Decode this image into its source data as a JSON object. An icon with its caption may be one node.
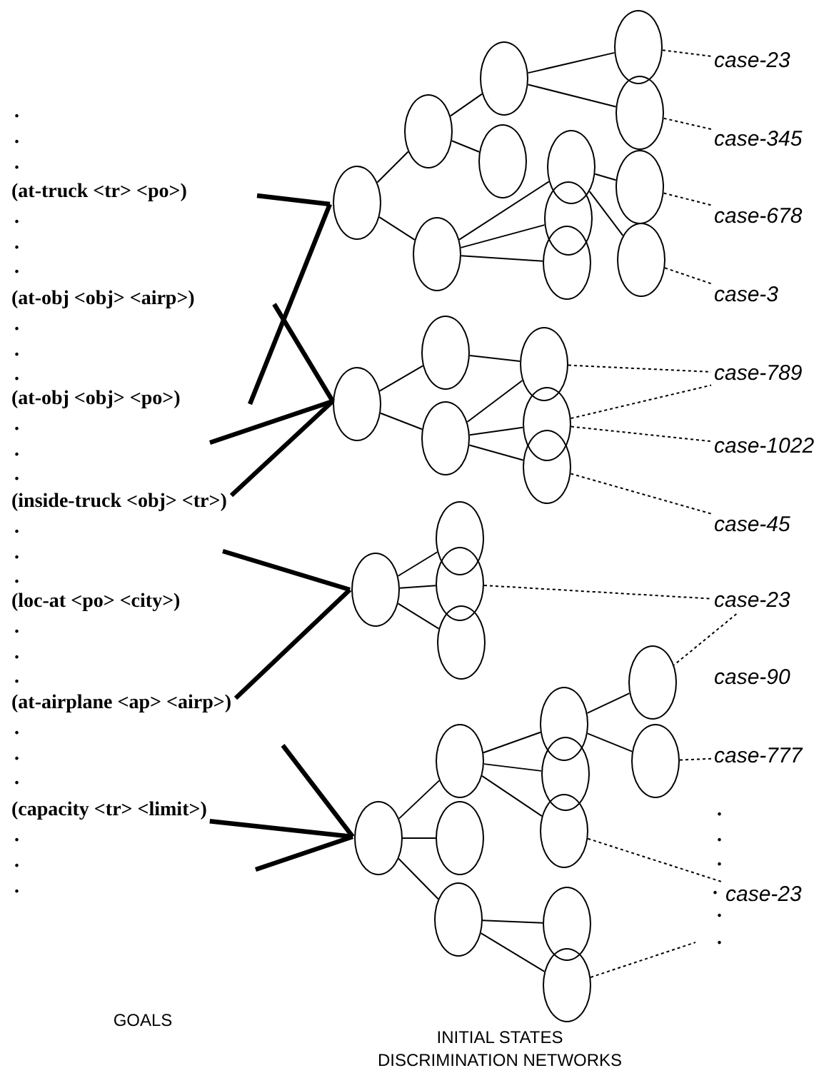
{
  "diagram": {
    "nodes": [
      {
        "text": [
          "(at-truck <tr> <po>)"
        ]
      },
      {
        "text": [
          "(at-obj <obj> <airp>)"
        ]
      },
      {
        "text": [
          "(at-obj <obj> <po>)"
        ]
      },
      {
        "text": [
          "(inside-truck <obj> <tr>)"
        ]
      },
      {
        "text": [
          "(loc-at <po> <city>)"
        ]
      },
      {
        "text": [
          "(at-airplane <ap> <airp>)"
        ]
      },
      {
        "text": [
          "(capacity <tr> <limit>)"
        ]
      },
      {
        "text": [],
        "shape": "circle"
      },
      {
        "text": [],
        "shape": "circle"
      },
      {
        "text": [],
        "shape": "circle"
      },
      {
        "text": [],
        "shape": "circle"
      },
      {
        "text": [],
        "shape": "circle"
      },
      {
        "text": [],
        "shape": "circle"
      },
      {
        "text": [],
        "shape": "circle"
      },
      {
        "text": [],
        "shape": "circle"
      },
      {
        "text": [],
        "shape": "circle"
      },
      {
        "text": [],
        "shape": "circle"
      },
      {
        "text": [],
        "shape": "circle"
      },
      {
        "text": [],
        "shape": "circle"
      },
      {
        "text": [
          "case-23"
        ]
      },
      {
        "text": [
          "case-345"
        ]
      },
      {
        "text": [
          "case-678"
        ]
      },
      {
        "text": [
          "case-3"
        ]
      },
      {
        "text": [],
        "shape": "circle"
      },
      {
        "text": [],
        "shape": "circle"
      },
      {
        "text": [],
        "shape": "circle"
      },
      {
        "text": [],
        "shape": "circle"
      },
      {
        "text": [],
        "shape": "circle"
      },
      {
        "text": [],
        "shape": "circle"
      },
      {
        "text": [
          "case-789"
        ]
      },
      {
        "text": [
          "case-1022"
        ]
      },
      {
        "text": [
          "case-45"
        ]
      },
      {
        "text": [],
        "shape": "circle"
      },
      {
        "text": [],
        "shape": "circle"
      },
      {
        "text": [],
        "shape": "circle"
      },
      {
        "text": [],
        "shape": "circle"
      },
      {
        "text": [
          "case-23"
        ]
      },
      {
        "text": [],
        "shape": "circle"
      },
      {
        "text": [],
        "shape": "circle"
      },
      {
        "text": [],
        "shape": "circle"
      },
      {
        "text": [],
        "shape": "circle"
      },
      {
        "text": [],
        "shape": "circle"
      },
      {
        "text": [],
        "shape": "circle"
      },
      {
        "text": [],
        "shape": "circle"
      },
      {
        "text": [],
        "shape": "circle"
      },
      {
        "text": [],
        "shape": "circle"
      },
      {
        "text": [],
        "shape": "circle"
      },
      {
        "text": [],
        "shape": "circle"
      },
      {
        "text": [
          "case-777"
        ]
      },
      {
        "text": [
          "case-23"
        ]
      }
    ],
    "edges": [
      {
        "from": 0,
        "to": 7,
        "arrow": "none",
        "style": "thick"
      },
      {
        "from": 2,
        "to": 7,
        "arrow": "none",
        "style": "thick"
      },
      {
        "from": 1,
        "to": 23,
        "arrow": "none",
        "style": "thick"
      },
      {
        "from": 2,
        "to": 23,
        "arrow": "none",
        "style": "thick"
      },
      {
        "from": 3,
        "to": 23,
        "arrow": "none",
        "style": "thick"
      },
      {
        "from": 3,
        "to": 32,
        "arrow": "none",
        "style": "thick"
      },
      {
        "from": 5,
        "to": 32,
        "arrow": "none",
        "style": "thick"
      },
      {
        "from": 5,
        "to": 37,
        "arrow": "none",
        "style": "thick"
      },
      {
        "from": 6,
        "to": 37,
        "arrow": "none",
        "style": "thick"
      },
      {
        "from": 6,
        "to": 37,
        "arrow": "none",
        "style": "thick"
      },
      {
        "from": 7,
        "to": 8,
        "arrow": "none"
      },
      {
        "from": 7,
        "to": 13,
        "arrow": "none"
      },
      {
        "from": 8,
        "to": 9,
        "arrow": "none"
      },
      {
        "from": 8,
        "to": 10,
        "arrow": "none"
      },
      {
        "from": 9,
        "to": 11,
        "arrow": "none"
      },
      {
        "from": 9,
        "to": 12,
        "arrow": "none"
      },
      {
        "from": 13,
        "to": 14,
        "arrow": "none"
      },
      {
        "from": 13,
        "to": 15,
        "arrow": "none"
      },
      {
        "from": 13,
        "to": 16,
        "arrow": "none"
      },
      {
        "from": 14,
        "to": 17,
        "arrow": "none"
      },
      {
        "from": 14,
        "to": 18,
        "arrow": "none"
      },
      {
        "from": 11,
        "to": 19,
        "arrow": "none",
        "style": "dashed"
      },
      {
        "from": 12,
        "to": 20,
        "arrow": "none",
        "style": "dashed"
      },
      {
        "from": 17,
        "to": 21,
        "arrow": "none",
        "style": "dashed"
      },
      {
        "from": 18,
        "to": 22,
        "arrow": "none",
        "style": "dashed"
      },
      {
        "from": 23,
        "to": 24,
        "arrow": "none"
      },
      {
        "from": 23,
        "to": 25,
        "arrow": "none"
      },
      {
        "from": 24,
        "to": 26,
        "arrow": "none"
      },
      {
        "from": 25,
        "to": 26,
        "arrow": "none"
      },
      {
        "from": 25,
        "to": 27,
        "arrow": "none"
      },
      {
        "from": 25,
        "to": 28,
        "arrow": "none"
      },
      {
        "from": 26,
        "to": 29,
        "arrow": "none",
        "style": "dashed"
      },
      {
        "from": 27,
        "to": 29,
        "arrow": "none",
        "style": "dashed"
      },
      {
        "from": 27,
        "to": 30,
        "arrow": "none",
        "style": "dashed"
      },
      {
        "from": 28,
        "to": 31,
        "arrow": "none",
        "style": "dashed"
      },
      {
        "from": 32,
        "to": 33,
        "arrow": "none"
      },
      {
        "from": 32,
        "to": 34,
        "arrow": "none"
      },
      {
        "from": 32,
        "to": 35,
        "arrow": "none"
      },
      {
        "from": 34,
        "to": 36,
        "arrow": "none",
        "style": "dashed"
      },
      {
        "from": 36,
        "to": 44,
        "arrow": "none",
        "style": "dashed"
      },
      {
        "from": 37,
        "to": 38,
        "arrow": "none"
      },
      {
        "from": 37,
        "to": 39,
        "arrow": "none"
      },
      {
        "from": 37,
        "to": 40,
        "arrow": "none"
      },
      {
        "from": 38,
        "to": 41,
        "arrow": "none"
      },
      {
        "from": 38,
        "to": 42,
        "arrow": "none"
      },
      {
        "from": 38,
        "to": 43,
        "arrow": "none"
      },
      {
        "from": 41,
        "to": 44,
        "arrow": "none"
      },
      {
        "from": 41,
        "to": 45,
        "arrow": "none"
      },
      {
        "from": 40,
        "to": 46,
        "arrow": "none"
      },
      {
        "from": 40,
        "to": 47,
        "arrow": "none"
      },
      {
        "from": 45,
        "to": 48,
        "arrow": "none",
        "style": "dashed"
      },
      {
        "from": 43,
        "to": 49,
        "arrow": "none",
        "style": "dashed"
      },
      {
        "from": 47,
        "to": null,
        "arrow": "none",
        "style": "dashed"
      }
    ],
    "labels": [
      ".",
      ".",
      ".",
      ".",
      ".",
      ".",
      ".",
      ".",
      ".",
      ".",
      ".",
      ".",
      ".",
      ".",
      ".",
      ".",
      ".",
      ".",
      ".",
      ".",
      ".",
      ".",
      ".",
      ".",
      "case-90",
      ".",
      ".",
      ".",
      ".",
      ".",
      ".",
      "GOALS",
      "INITIAL STATES",
      "DISCRIMINATION NETWORKS"
    ]
  }
}
